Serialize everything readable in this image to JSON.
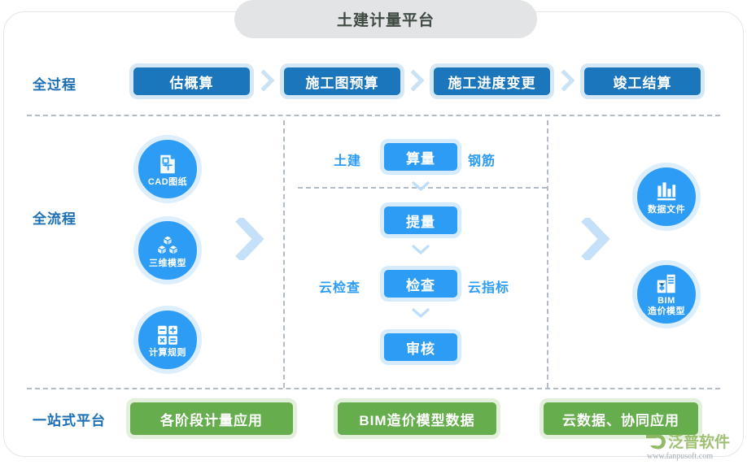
{
  "header": {
    "title": "土建计量平台"
  },
  "rows": {
    "all_process_label": "全过程",
    "all_flow_label": "全流程",
    "one_stop_label": "一站式平台"
  },
  "stage_buttons": [
    {
      "label": "估概算"
    },
    {
      "label": "施工图预算"
    },
    {
      "label": "施工进度变更"
    },
    {
      "label": "竣工结算"
    }
  ],
  "input_circles": [
    {
      "label": "CAD图纸",
      "icon": "blueprint-document-icon"
    },
    {
      "label": "三维模型",
      "icon": "three-d-cubes-icon"
    },
    {
      "label": "计算规则",
      "icon": "calculator-icon"
    }
  ],
  "output_circles": [
    {
      "label": "数据文件",
      "icon": "bar-chart-icon"
    },
    {
      "label": "BIM\n造价模型",
      "icon": "building-yuan-icon"
    }
  ],
  "process_boxes": [
    {
      "label": "算量"
    },
    {
      "label": "提量"
    },
    {
      "label": "检查"
    },
    {
      "label": "审核"
    }
  ],
  "side_labels": {
    "left_top": "土建",
    "right_top": "钢筋",
    "left_bottom": "云检查",
    "right_bottom": "云指标"
  },
  "platform_buttons": [
    {
      "label": "各阶段计量应用"
    },
    {
      "label": "BIM造价模型数据"
    },
    {
      "label": "云数据、协同应用"
    }
  ],
  "watermark": {
    "name": "泛普软件",
    "url": "www.fanpusoft.com"
  },
  "colors": {
    "title_pill_bg": "#e3e4e6",
    "stage_blue": "#1b76bc",
    "process_blue": "#2d9cf5",
    "platform_green": "#66ad4d",
    "chevron_light_blue": "#c4e1f9",
    "dash_gray": "#b2bcc6",
    "label_blue": "#1b6fb5"
  }
}
